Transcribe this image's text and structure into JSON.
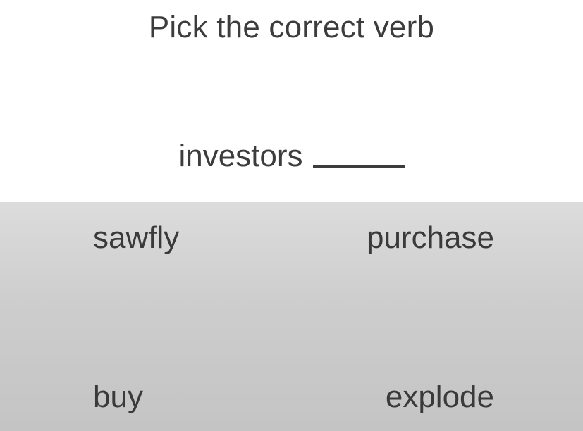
{
  "quiz": {
    "title": "Pick the correct verb",
    "phrase": "investors",
    "choices": [
      {
        "label": "sawfly"
      },
      {
        "label": "purchase"
      },
      {
        "label": "buy"
      },
      {
        "label": "explode"
      }
    ]
  },
  "colors": {
    "background": "#ffffff",
    "choices_panel": "#d0d0d0",
    "text": "#3c3c3c"
  }
}
